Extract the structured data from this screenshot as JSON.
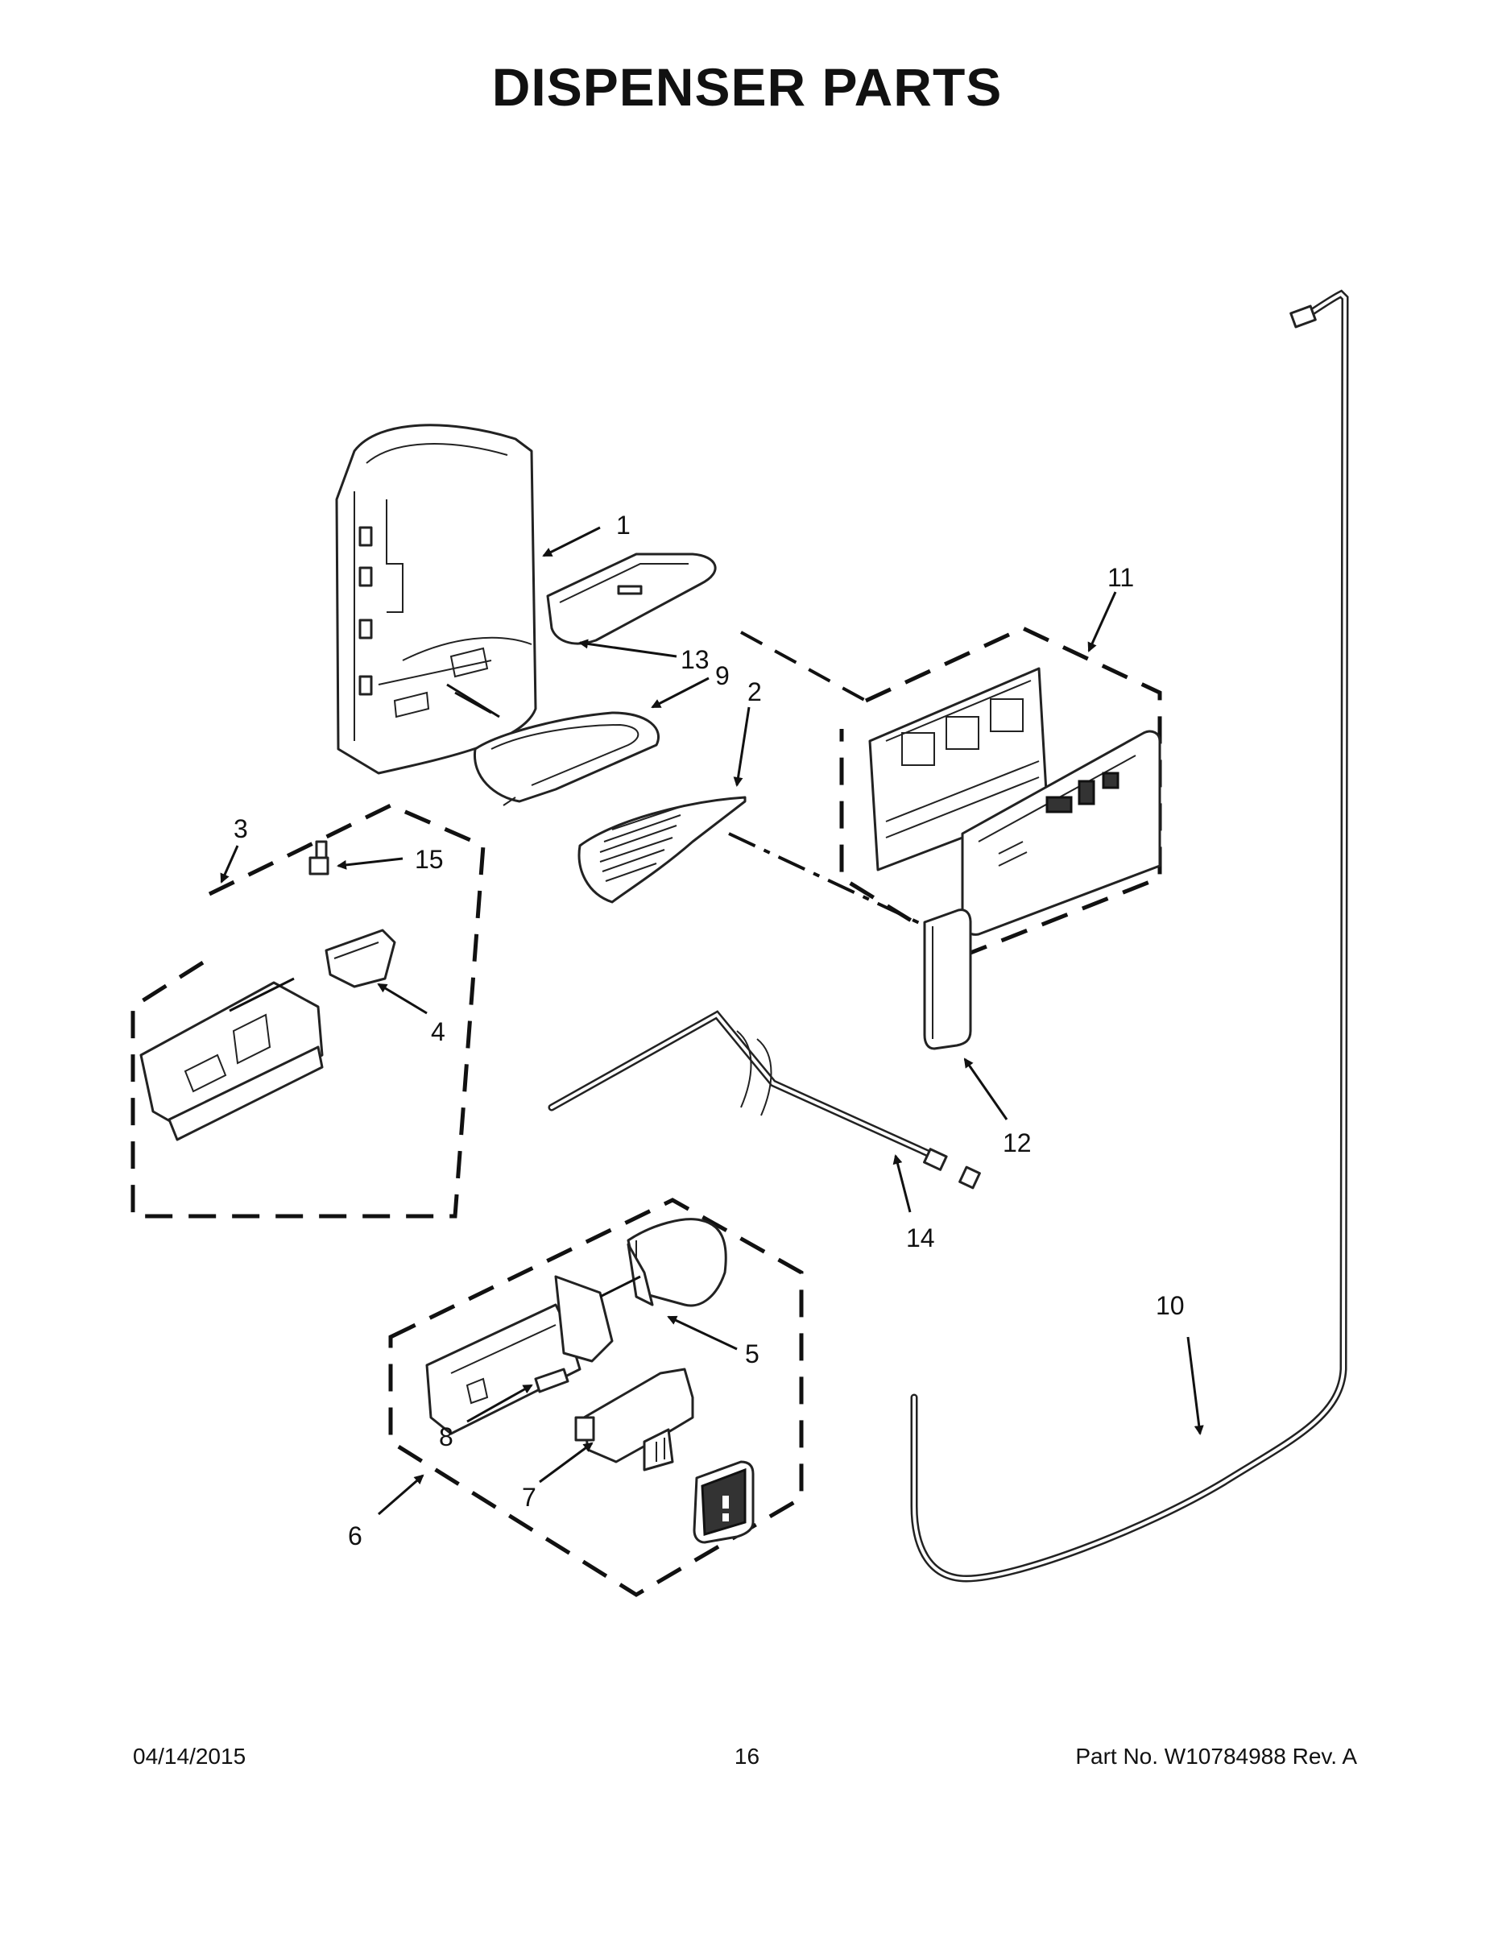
{
  "page": {
    "title": "DISPENSER PARTS",
    "footer": {
      "date": "04/14/2015",
      "page_number": "16",
      "part_number": "Part No.  W10784988  Rev.  A"
    }
  },
  "callouts": {
    "c1": "1",
    "c2": "2",
    "c3": "3",
    "c4": "4",
    "c5": "5",
    "c6": "6",
    "c7": "7",
    "c8": "8",
    "c9": "9",
    "c10": "10",
    "c11": "11",
    "c12": "12",
    "c13": "13",
    "c14": "14",
    "c15": "15"
  },
  "colors": {
    "ink": "#111111",
    "background": "#ffffff"
  }
}
